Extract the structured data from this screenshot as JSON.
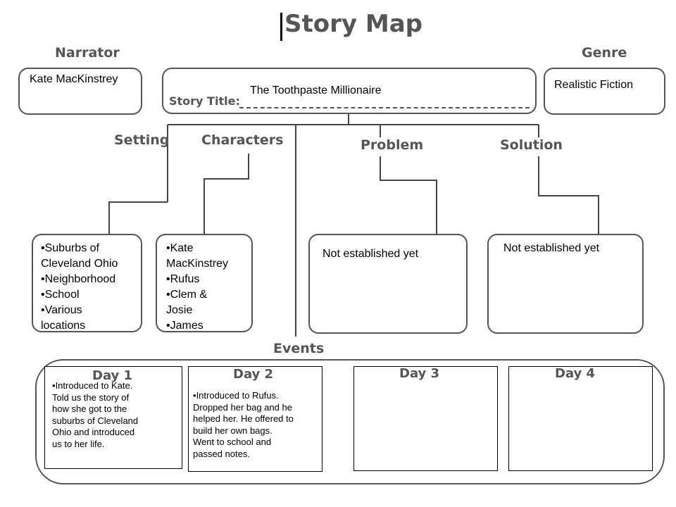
{
  "title": "Story Map",
  "headings": {
    "narrator": "Narrator",
    "genre": "Genre",
    "story_title_label": "Story Title:",
    "setting": "Setting",
    "characters": "Characters",
    "problem": "Problem",
    "solution": "Solution",
    "events": "Events"
  },
  "values": {
    "narrator": "Kate MacKinstrey",
    "story_title": "The Toothpaste Millionaire",
    "genre": "Realistic Fiction",
    "problem": "Not established yet",
    "solution": "Not established yet"
  },
  "setting_items": [
    "Suburbs of",
    "Cleveland Ohio",
    "Neighborhood",
    "School",
    "Various",
    "locations"
  ],
  "character_items": [
    "Kate",
    "MacKinstrey",
    "Rufus",
    "Clem &",
    "Josie",
    "James"
  ],
  "days": [
    {
      "label": "Day 1",
      "lines": [
        "Introduced to Kate.",
        "Told us the story of",
        "how she got to the",
        "suburbs of Cleveland",
        "Ohio and introduced",
        "us to her life."
      ]
    },
    {
      "label": "Day 2",
      "lines": [
        "Introduced to Rufus.",
        "Dropped her bag and he",
        "helped her.  He offered to",
        "build her own bags.",
        "Went to school and",
        "passed notes."
      ]
    },
    {
      "label": "Day 3",
      "lines": []
    },
    {
      "label": "Day 4",
      "lines": []
    }
  ],
  "colors": {
    "border": "#555555",
    "heading": "#555555",
    "line": "#444444"
  }
}
